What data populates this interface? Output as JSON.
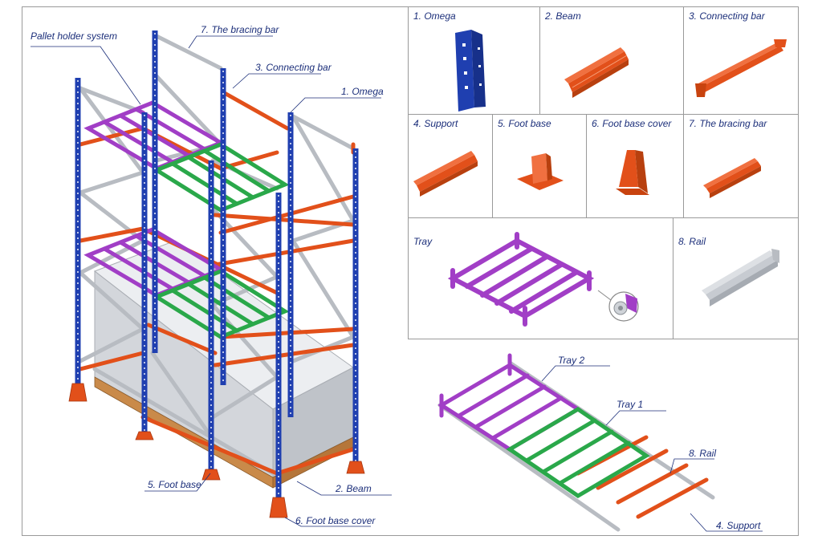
{
  "colors": {
    "upright_blue": "#1f3fb0",
    "beam_orange": "#e2501a",
    "tray_purple": "#a13ec6",
    "tray_green": "#2aa84a",
    "bracing_grey": "#b8bcc2",
    "pallet_grey": "#d7dadf",
    "label_navy": "#1c2f7a"
  },
  "main_labels": {
    "pallet_holder": "Pallet holder system",
    "bracing_bar": "7. The bracing bar",
    "connecting_bar": "3. Connecting bar",
    "omega": "1. Omega",
    "foot_base": "5. Foot base",
    "beam": "2. Beam",
    "foot_base_cover": "6. Foot base cover"
  },
  "parts": {
    "omega": "1. Omega",
    "beam": "2. Beam",
    "connecting_bar": "3. Connecting bar",
    "support": "4. Support",
    "foot_base": "5. Foot base",
    "foot_base_cover": "6. Foot base cover",
    "bracing_bar": "7. The bracing bar",
    "tray": "Tray",
    "rail": "8. Rail"
  },
  "assembly_labels": {
    "tray2": "Tray 2",
    "tray1": "Tray 1",
    "rail": "8. Rail",
    "support": "4. Support"
  }
}
